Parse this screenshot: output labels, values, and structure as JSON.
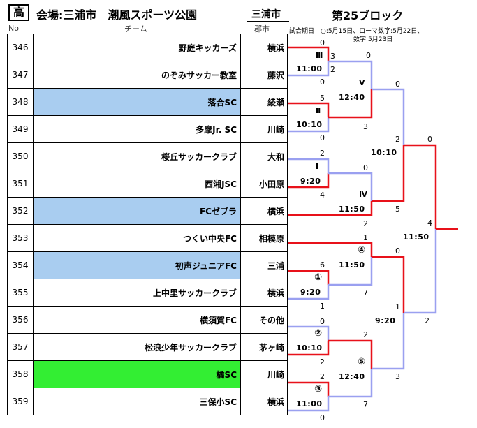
{
  "header": {
    "badge": "高",
    "venue_label": "会場:三浦市　潮風スポーツ公園",
    "city": "三浦市",
    "block": "第25ブロック"
  },
  "columns": {
    "no": "No",
    "team": "チーム",
    "city": "郡市"
  },
  "notes": {
    "line1": "試合期日　○:5月15日、ローマ数字:5月22日、",
    "line2": "数字:5月23日"
  },
  "teams": [
    {
      "no": "346",
      "name": "野庭キッカーズ",
      "city": "横浜"
    },
    {
      "no": "347",
      "name": "のぞみサッカー教室",
      "city": "藤沢"
    },
    {
      "no": "348",
      "name": "落合SC",
      "city": "綾瀬"
    },
    {
      "no": "349",
      "name": "多摩Jr. SC",
      "city": "川崎"
    },
    {
      "no": "350",
      "name": "桜丘サッカークラブ",
      "city": "大和"
    },
    {
      "no": "351",
      "name": "西湘JSC",
      "city": "小田原"
    },
    {
      "no": "352",
      "name": "FCゼブラ",
      "city": "横浜"
    },
    {
      "no": "353",
      "name": "つくい中央FC",
      "city": "相模原"
    },
    {
      "no": "354",
      "name": "初声ジュニアFC",
      "city": "三浦"
    },
    {
      "no": "355",
      "name": "上中里サッカークラブ",
      "city": "横浜"
    },
    {
      "no": "356",
      "name": "横須賀FC",
      "city": "その他"
    },
    {
      "no": "357",
      "name": "松浪少年サッカークラブ",
      "city": "茅ヶ崎"
    },
    {
      "no": "358",
      "name": "橘SC",
      "city": "川崎"
    },
    {
      "no": "359",
      "name": "三保小SC",
      "city": "横浜"
    }
  ],
  "matches": {
    "m3": {
      "mark": "Ⅲ",
      "time": "11:00",
      "s1": "3",
      "s2": "2",
      "top": "0",
      "bot": "0"
    },
    "m2": {
      "mark": "Ⅱ",
      "time": "10:10",
      "top": "5",
      "bot": "0"
    },
    "m1": {
      "mark": "Ⅰ",
      "time": "9:20",
      "top": "2",
      "bot": "4"
    },
    "mc1": {
      "mark": "①",
      "time": "9:20",
      "top": "6",
      "bot": "1"
    },
    "mc2": {
      "mark": "②",
      "time": "10:10",
      "top": "0",
      "bot": "2"
    },
    "mc3": {
      "mark": "③",
      "time": "11:00",
      "top": "2",
      "bot": "0"
    },
    "m5": {
      "mark": "Ⅴ",
      "time": "12:40",
      "top": "0",
      "bot": "3"
    },
    "m4": {
      "mark": "Ⅳ",
      "time": "11:50",
      "top": "0",
      "bot": "2"
    },
    "mc4": {
      "mark": "④",
      "time": "11:50",
      "top": "1",
      "bot": "7"
    },
    "mc5": {
      "mark": "⑤",
      "time": "12:40",
      "top": "2",
      "bot": "7"
    },
    "r2a": {
      "time": "10:10",
      "top": "0",
      "bot": "5",
      "win": "2"
    },
    "r2b": {
      "time": "9:20",
      "top": "0",
      "bot": "3",
      "win": "1"
    },
    "final": {
      "time": "11:50",
      "top": "0",
      "bot": "2",
      "win": "4"
    }
  },
  "colors": {
    "winner": "#e8111a",
    "loser": "#9aa0f0",
    "blue_row": "#a9cdf0",
    "green_row": "#33ee33"
  }
}
